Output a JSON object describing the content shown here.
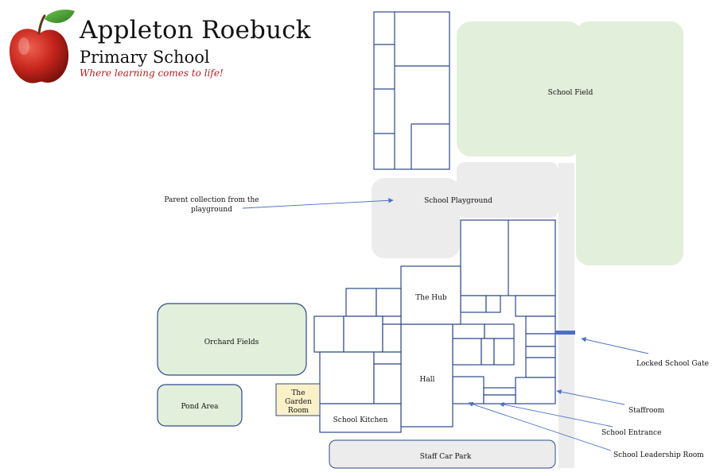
{
  "school": {
    "name": "Appleton Roebuck",
    "subtitle": "Primary School",
    "tagline": "Where learning comes to life!"
  },
  "logo": {
    "icon": "apple-icon",
    "colors": {
      "apple": "#c8261d",
      "leaf": "#3f9a2a"
    }
  },
  "areas": {
    "school_field": "School Field",
    "school_playground": "School Playground",
    "the_hub": "The Hub",
    "hall": "Hall",
    "orchard_fields": "Orchard Fields",
    "pond_area": "Pond Area",
    "garden_room": [
      "The",
      "Garden",
      "Room"
    ],
    "school_kitchen": "School Kitchen",
    "staff_car_park": "Staff Car Park"
  },
  "annotations": {
    "parent_collection": [
      "Parent collection from the",
      "playground"
    ],
    "locked_gate": "Locked School Gate",
    "staffroom": "Staffroom",
    "school_entrance": "School Entrance",
    "leadership_room": "School Leadership Room"
  },
  "colors": {
    "outline": "#2e4a8b",
    "green_zone": "#e2efdb",
    "grey_zone": "#ececec",
    "garden_room": "#fbf1c9",
    "gate": "#4a6fc4",
    "arrow": "#4a6fc4",
    "tagline": "#b22222"
  }
}
